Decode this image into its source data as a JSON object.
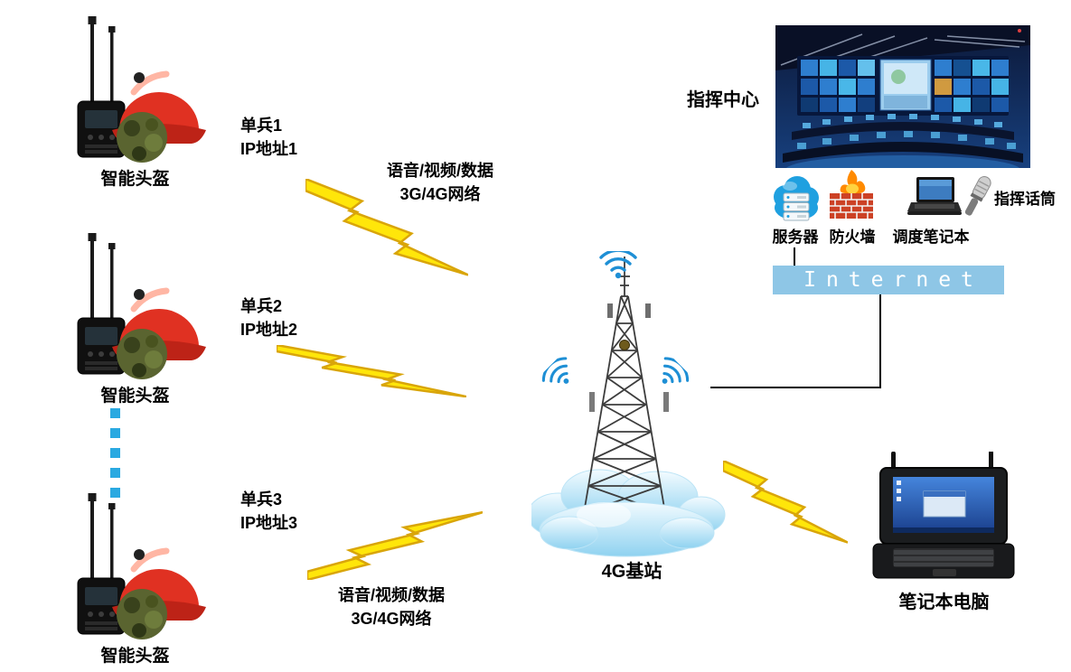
{
  "units": [
    {
      "soldier": "单兵1",
      "ip": "IP地址1",
      "label": "智能头盔"
    },
    {
      "soldier": "单兵2",
      "ip": "IP地址2",
      "label": "智能头盔"
    },
    {
      "soldier": "单兵3",
      "ip": "IP地址3",
      "label": "智能头盔"
    }
  ],
  "links": {
    "top": {
      "line1": "语音/视频/数据",
      "line2": "3G/4G网络"
    },
    "bottom": {
      "line1": "语音/视频/数据",
      "line2": "3G/4G网络"
    }
  },
  "base_station": {
    "label": "4G基站"
  },
  "command_center": {
    "label": "指挥中心",
    "devices": [
      {
        "name": "server",
        "label": "服务器"
      },
      {
        "name": "firewall",
        "label": "防火墙"
      },
      {
        "name": "dispatch-laptop",
        "label": "调度笔记本"
      },
      {
        "name": "microphone",
        "label": "指挥话筒"
      }
    ],
    "internet": "Internet"
  },
  "field_laptop": {
    "label": "笔记本电脑"
  },
  "colors": {
    "bolt_fill": "#ffe60a",
    "bolt_stroke": "#d9a50a",
    "internet_bar": "#8ec6e6",
    "dotted_line": "#2aa9e1",
    "connector_line": "#000000",
    "wifi": "#1e8fd5"
  },
  "icon_names": [
    "helmet-radio-icon",
    "lightning-bolt-icon",
    "cell-tower-icon",
    "cloud-icon",
    "wifi-signal-icon",
    "control-room-photo",
    "server-icon",
    "firewall-icon",
    "dispatch-laptop-icon",
    "microphone-icon",
    "rugged-laptop-icon"
  ]
}
